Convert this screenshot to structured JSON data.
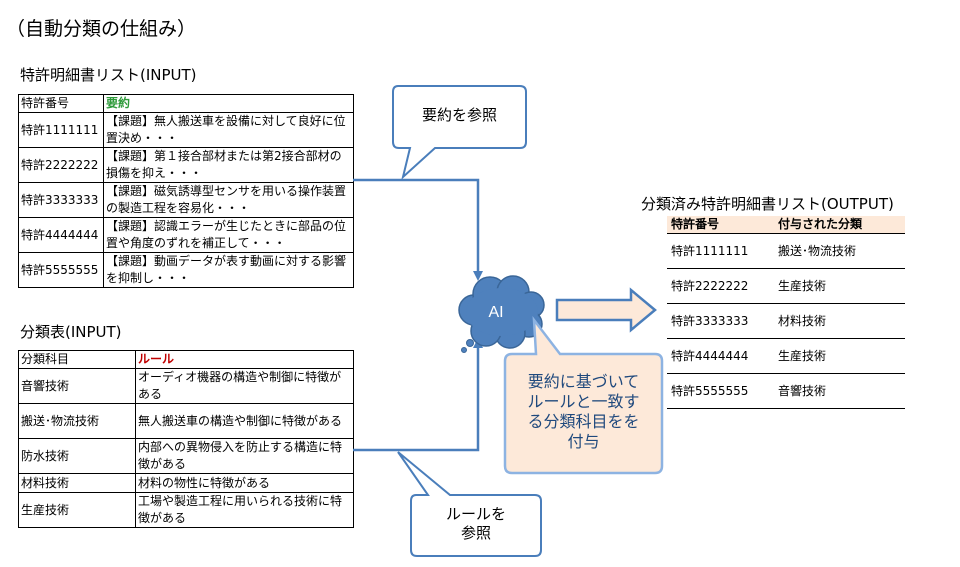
{
  "page_title": "（自動分類の仕組み）",
  "patent_list": {
    "heading": "特許明細書リスト(INPUT)",
    "col_number": "特許番号",
    "col_summary": "要約",
    "rows": [
      {
        "number": "特許1111111",
        "summary": "【課題】無人搬送車を設備に対して良好に位置決め・・・"
      },
      {
        "number": "特許2222222",
        "summary": "【課題】第１接合部材または第2接合部材の損傷を抑え・・・"
      },
      {
        "number": "特許3333333",
        "summary": "【課題】磁気誘導型センサを用いる操作装置の製造工程を容易化・・・"
      },
      {
        "number": "特許4444444",
        "summary": "【課題】認識エラーが生じたときに部品の位置や角度のずれを補正して・・・"
      },
      {
        "number": "特許5555555",
        "summary": "【課題】動画データが表す動画に対する影響を抑制し・・・"
      }
    ]
  },
  "classification_table": {
    "heading": "分類表(INPUT)",
    "col_category": "分類科目",
    "col_rule": "ルール",
    "rows": [
      {
        "category": "音響技術",
        "rule": "オーディオ機器の構造や制御に特徴がある"
      },
      {
        "category": "搬送･物流技術",
        "rule": "無人搬送車の構造や制御に特徴がある"
      },
      {
        "category": "防水技術",
        "rule": "内部への異物侵入を防止する構造に特徴がある"
      },
      {
        "category": "材料技術",
        "rule": "材料の物性に特徴がある"
      },
      {
        "category": "生産技術",
        "rule": "工場や製造工程に用いられる技術に特徴がある"
      }
    ]
  },
  "output_list": {
    "heading": "分類済み特許明細書リスト(OUTPUT)",
    "col_number": "特許番号",
    "col_assigned": "付与された分類",
    "rows": [
      {
        "number": "特許1111111",
        "category": "搬送･物流技術"
      },
      {
        "number": "特許2222222",
        "category": "生産技術"
      },
      {
        "number": "特許3333333",
        "category": "材料技術"
      },
      {
        "number": "特許4444444",
        "category": "生産技術"
      },
      {
        "number": "特許5555555",
        "category": "音響技術"
      }
    ]
  },
  "ai_node": {
    "label": "AI",
    "fill_color": "#4f81bd"
  },
  "callouts": {
    "refer_summary": "要約を参照",
    "refer_rule_line1": "ルールを",
    "refer_rule_line2": "参照",
    "ai_action_line1": "要約に基づいて",
    "ai_action_line2": "ルールと一致す",
    "ai_action_line3": "る分類科目をを",
    "ai_action_line4": "付与"
  },
  "colors": {
    "connector": "#4a7ebb",
    "callout_fill": "#fde9d9",
    "callout_border": "#8db3e2",
    "callout_text_blue": "#1f497d"
  }
}
